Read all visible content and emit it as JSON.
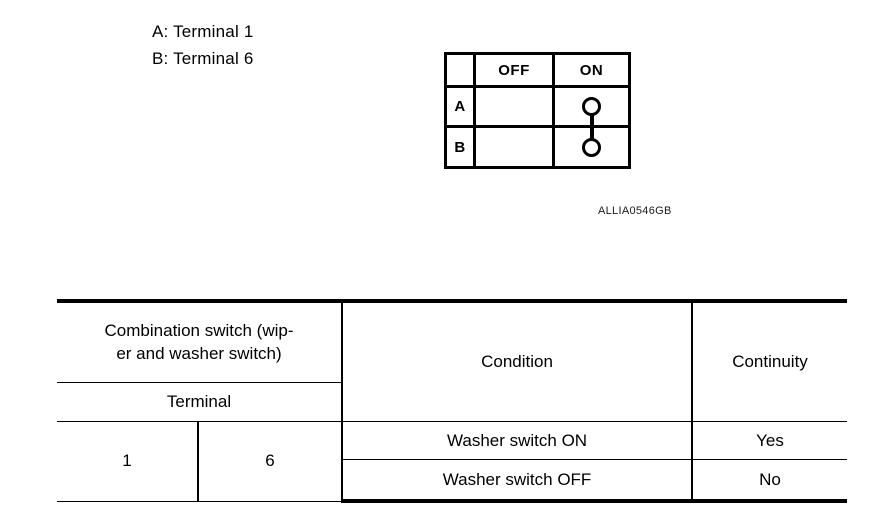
{
  "legend": {
    "lines": [
      "A: Terminal 1",
      "B: Terminal 6"
    ]
  },
  "switch_diagram": {
    "column_headers": [
      "",
      "OFF",
      "ON"
    ],
    "row_labels": [
      "A",
      "B"
    ],
    "connections": {
      "OFF": [],
      "ON": [
        "A",
        "B"
      ]
    }
  },
  "figure_code": "ALLIA0546GB",
  "spec_table": {
    "headers": {
      "switch_group": "Combination switch (wip-",
      "switch_group_line2": "er and washer switch)",
      "terminal": "Terminal",
      "condition": "Condition",
      "continuity": "Continuity"
    },
    "terminals": {
      "a": "1",
      "b": "6"
    },
    "rows": [
      {
        "condition": "Washer switch ON",
        "continuity": "Yes"
      },
      {
        "condition": "Washer switch OFF",
        "continuity": "No"
      }
    ]
  }
}
